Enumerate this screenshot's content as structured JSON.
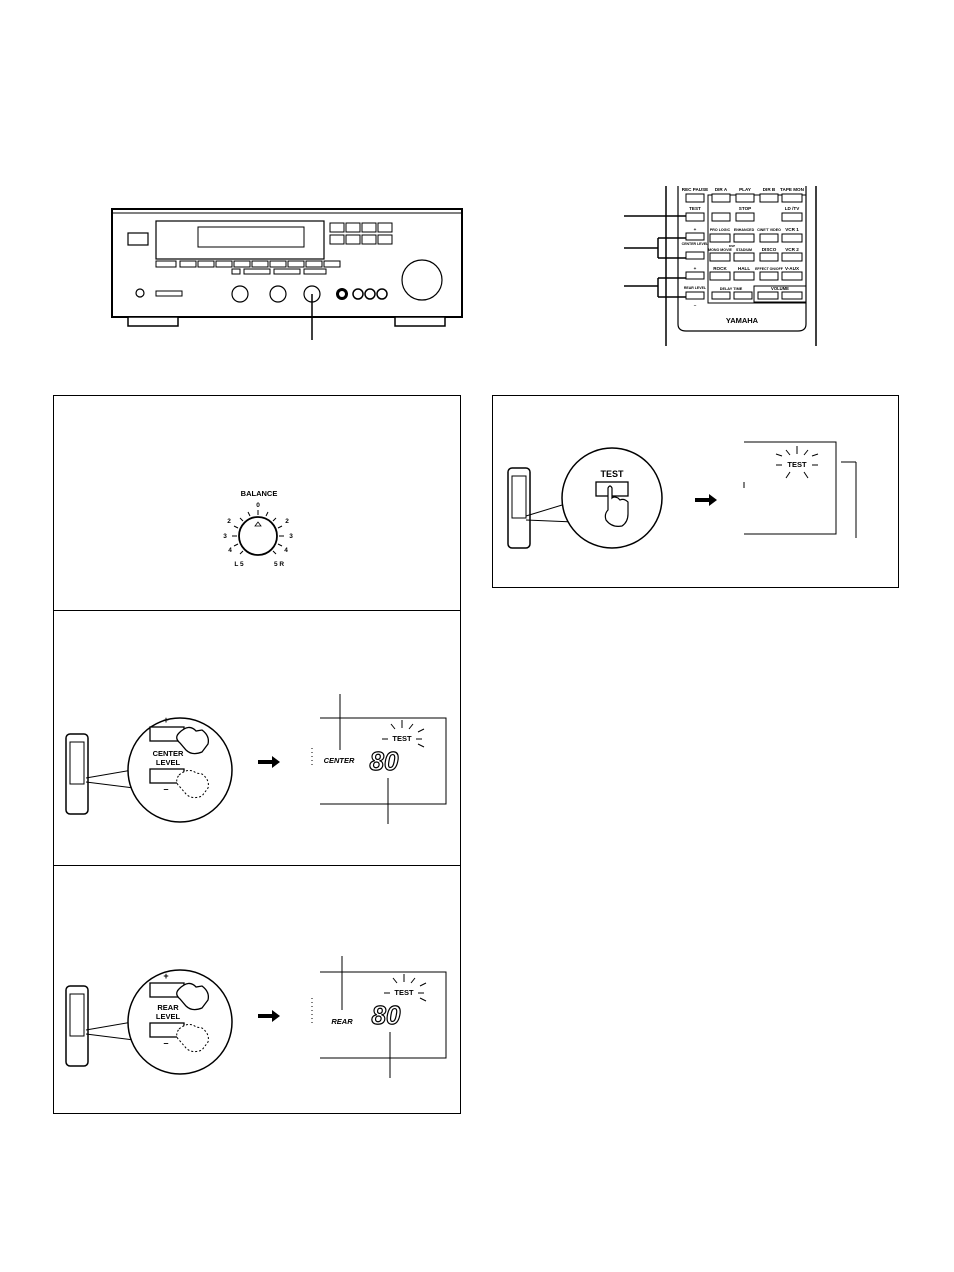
{
  "remote": {
    "buttons": {
      "rec_pause": "REC PAUSE",
      "dir_a": "DIR A",
      "play": "PLAY",
      "dir_b": "DIR B",
      "tape_mon": "TAPE MON",
      "test": "TEST",
      "stop": "STOP",
      "ld_tv": "LD /TV",
      "center_level": "CENTER LEVEL",
      "pro_logic": "PRO LOGIC",
      "enhanced": "ENHANCED",
      "cinema_video": "CINE'T VIDEO",
      "vcr1": "VCR 1",
      "dsp": "DSP",
      "mono_movie": "MONO MOVIE",
      "stadium": "STADIUM",
      "disco": "DISCO",
      "vcr2": "VCR 2",
      "rock": "ROCK",
      "hall": "HALL",
      "effect_on_off": "EFFECT ON/OFF",
      "v_aux": "V-AUX",
      "rear_level": "REAR LEVEL",
      "delay_time": "DELAY TIME",
      "volume": "VOLUME",
      "plus": "+",
      "minus": "–"
    },
    "brand": "YAMAHA"
  },
  "balance_panel": {
    "title": "BALANCE",
    "center": "0",
    "left_ticks": [
      "2",
      "3",
      "4"
    ],
    "right_ticks": [
      "2",
      "3",
      "4"
    ],
    "left_end": "L 5",
    "right_end": "5 R"
  },
  "test_panel": {
    "button_label": "TEST",
    "display_label": "TEST"
  },
  "center_panel": {
    "plus": "+",
    "minus": "–",
    "button_label_1": "CENTER",
    "button_label_2": "LEVEL",
    "display_test": "TEST",
    "display_channel": "CENTER",
    "display_value": "80"
  },
  "rear_panel": {
    "plus": "+",
    "minus": "–",
    "button_label_1": "REAR",
    "button_label_2": "LEVEL",
    "display_test": "TEST",
    "display_channel": "REAR",
    "display_value": "80"
  }
}
